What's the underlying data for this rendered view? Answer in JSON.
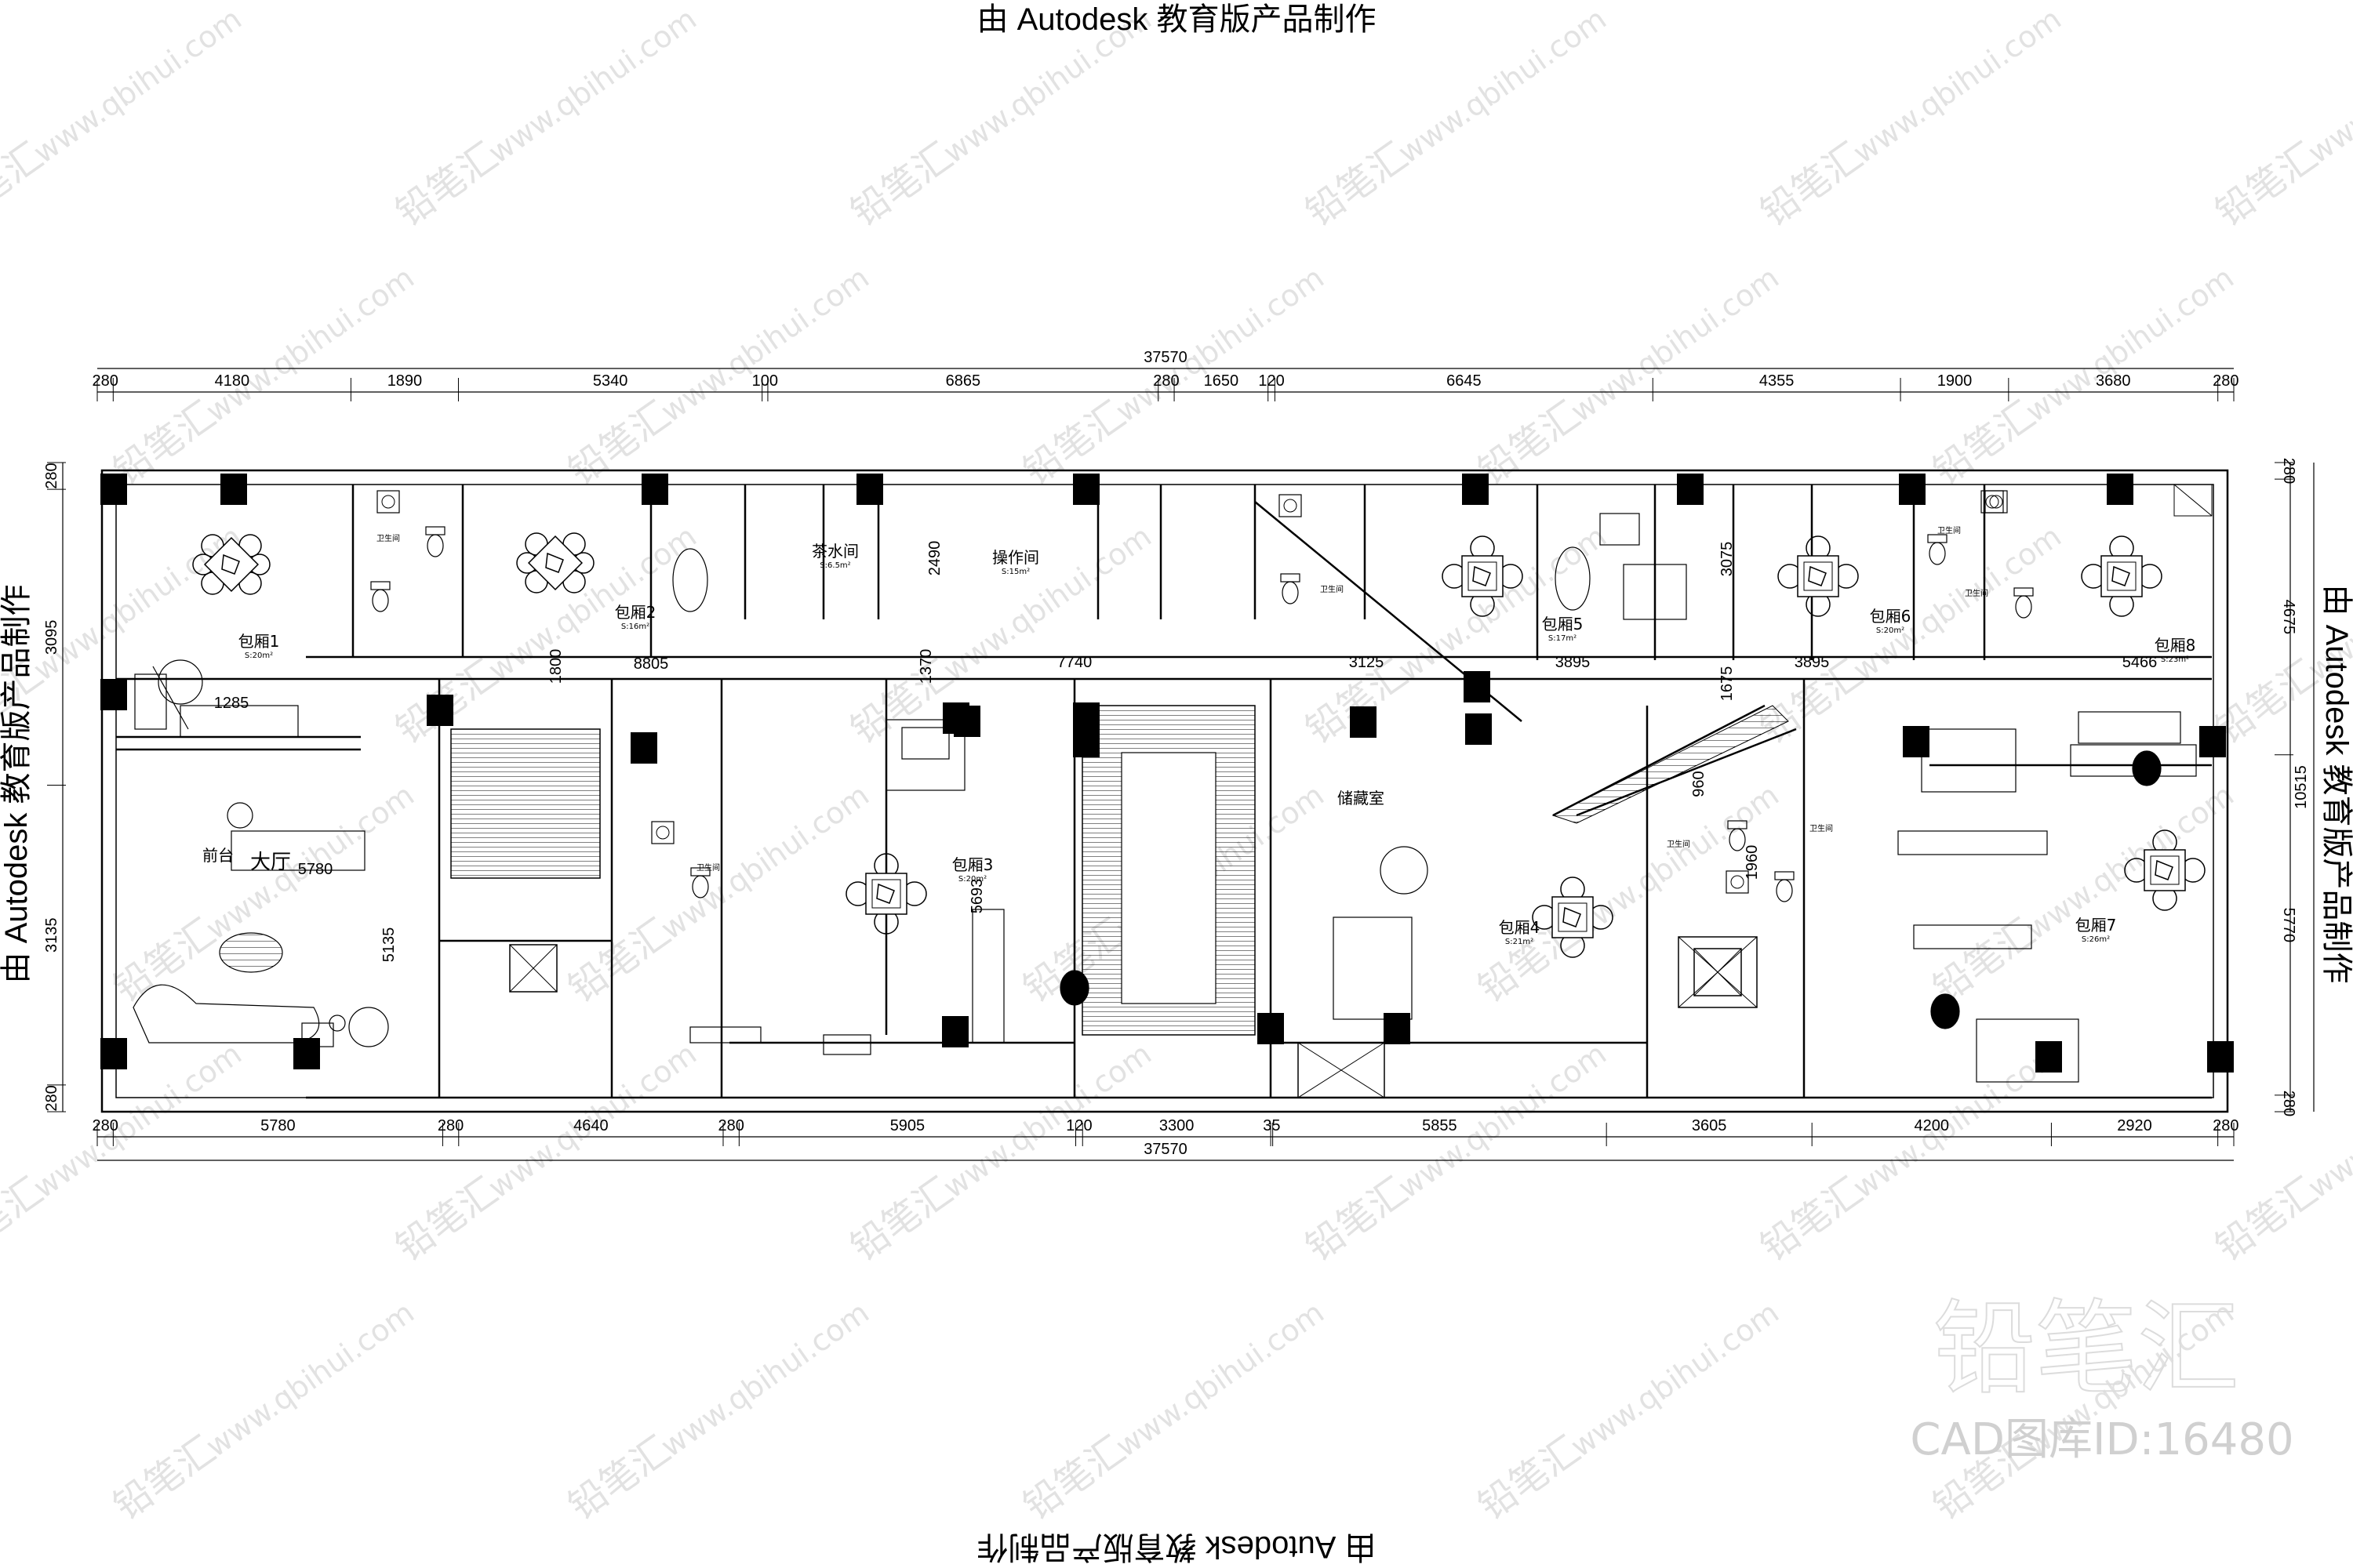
{
  "banner": {
    "text": "由 Autodesk 教育版产品制作"
  },
  "watermark": {
    "site": "www.qbihui.com",
    "brand": "铅笔汇"
  },
  "brand_mark": {
    "name": "铅笔汇",
    "id_text": "CAD图库ID:16480"
  },
  "overall": {
    "width": "37570",
    "depth": "10515"
  },
  "top_dims": [
    "280",
    "4180",
    "1890",
    "5340",
    "100",
    "6865",
    "280",
    "1650",
    "120",
    "6645",
    "4355",
    "1900",
    "3680",
    "280"
  ],
  "bottom_dims": [
    "280",
    "5780",
    "280",
    "4640",
    "280",
    "5905",
    "120",
    "3300",
    "35",
    "5855",
    "3605",
    "4200",
    "2920",
    "280"
  ],
  "left_dims": [
    "280",
    "3095",
    "3135",
    "280"
  ],
  "right_dims": [
    "280",
    "4675",
    "5770",
    "280"
  ],
  "inner_dims": [
    "1285",
    "1800",
    "8805",
    "1370",
    "2490",
    "7740",
    "3125",
    "3895",
    "1675",
    "3895",
    "5466",
    "5780",
    "5135",
    "5693",
    "3075",
    "960",
    "1960"
  ],
  "rooms": [
    {
      "label": "包厢1",
      "area": "S:20m²"
    },
    {
      "label": "包厢2",
      "area": "S:16m²"
    },
    {
      "label": "茶水间",
      "area": "S:6.5m²"
    },
    {
      "label": "操作间",
      "area": "S:15m²"
    },
    {
      "label": "包厢5",
      "area": "S:17m²"
    },
    {
      "label": "包厢6",
      "area": "S:20m²"
    },
    {
      "label": "包厢8",
      "area": "S:23m²"
    },
    {
      "label": "大厅",
      "area": ""
    },
    {
      "label": "前台",
      "area": ""
    },
    {
      "label": "包厢3",
      "area": "S:20m²"
    },
    {
      "label": "储藏室",
      "area": ""
    },
    {
      "label": "包厢4",
      "area": "S:21m²"
    },
    {
      "label": "包厢7",
      "area": "S:26m²"
    }
  ],
  "wc_labels": [
    "卫生间",
    "卫生间",
    "卫生间",
    "卫生间",
    "卫生间",
    "卫生间",
    "卫生间"
  ]
}
